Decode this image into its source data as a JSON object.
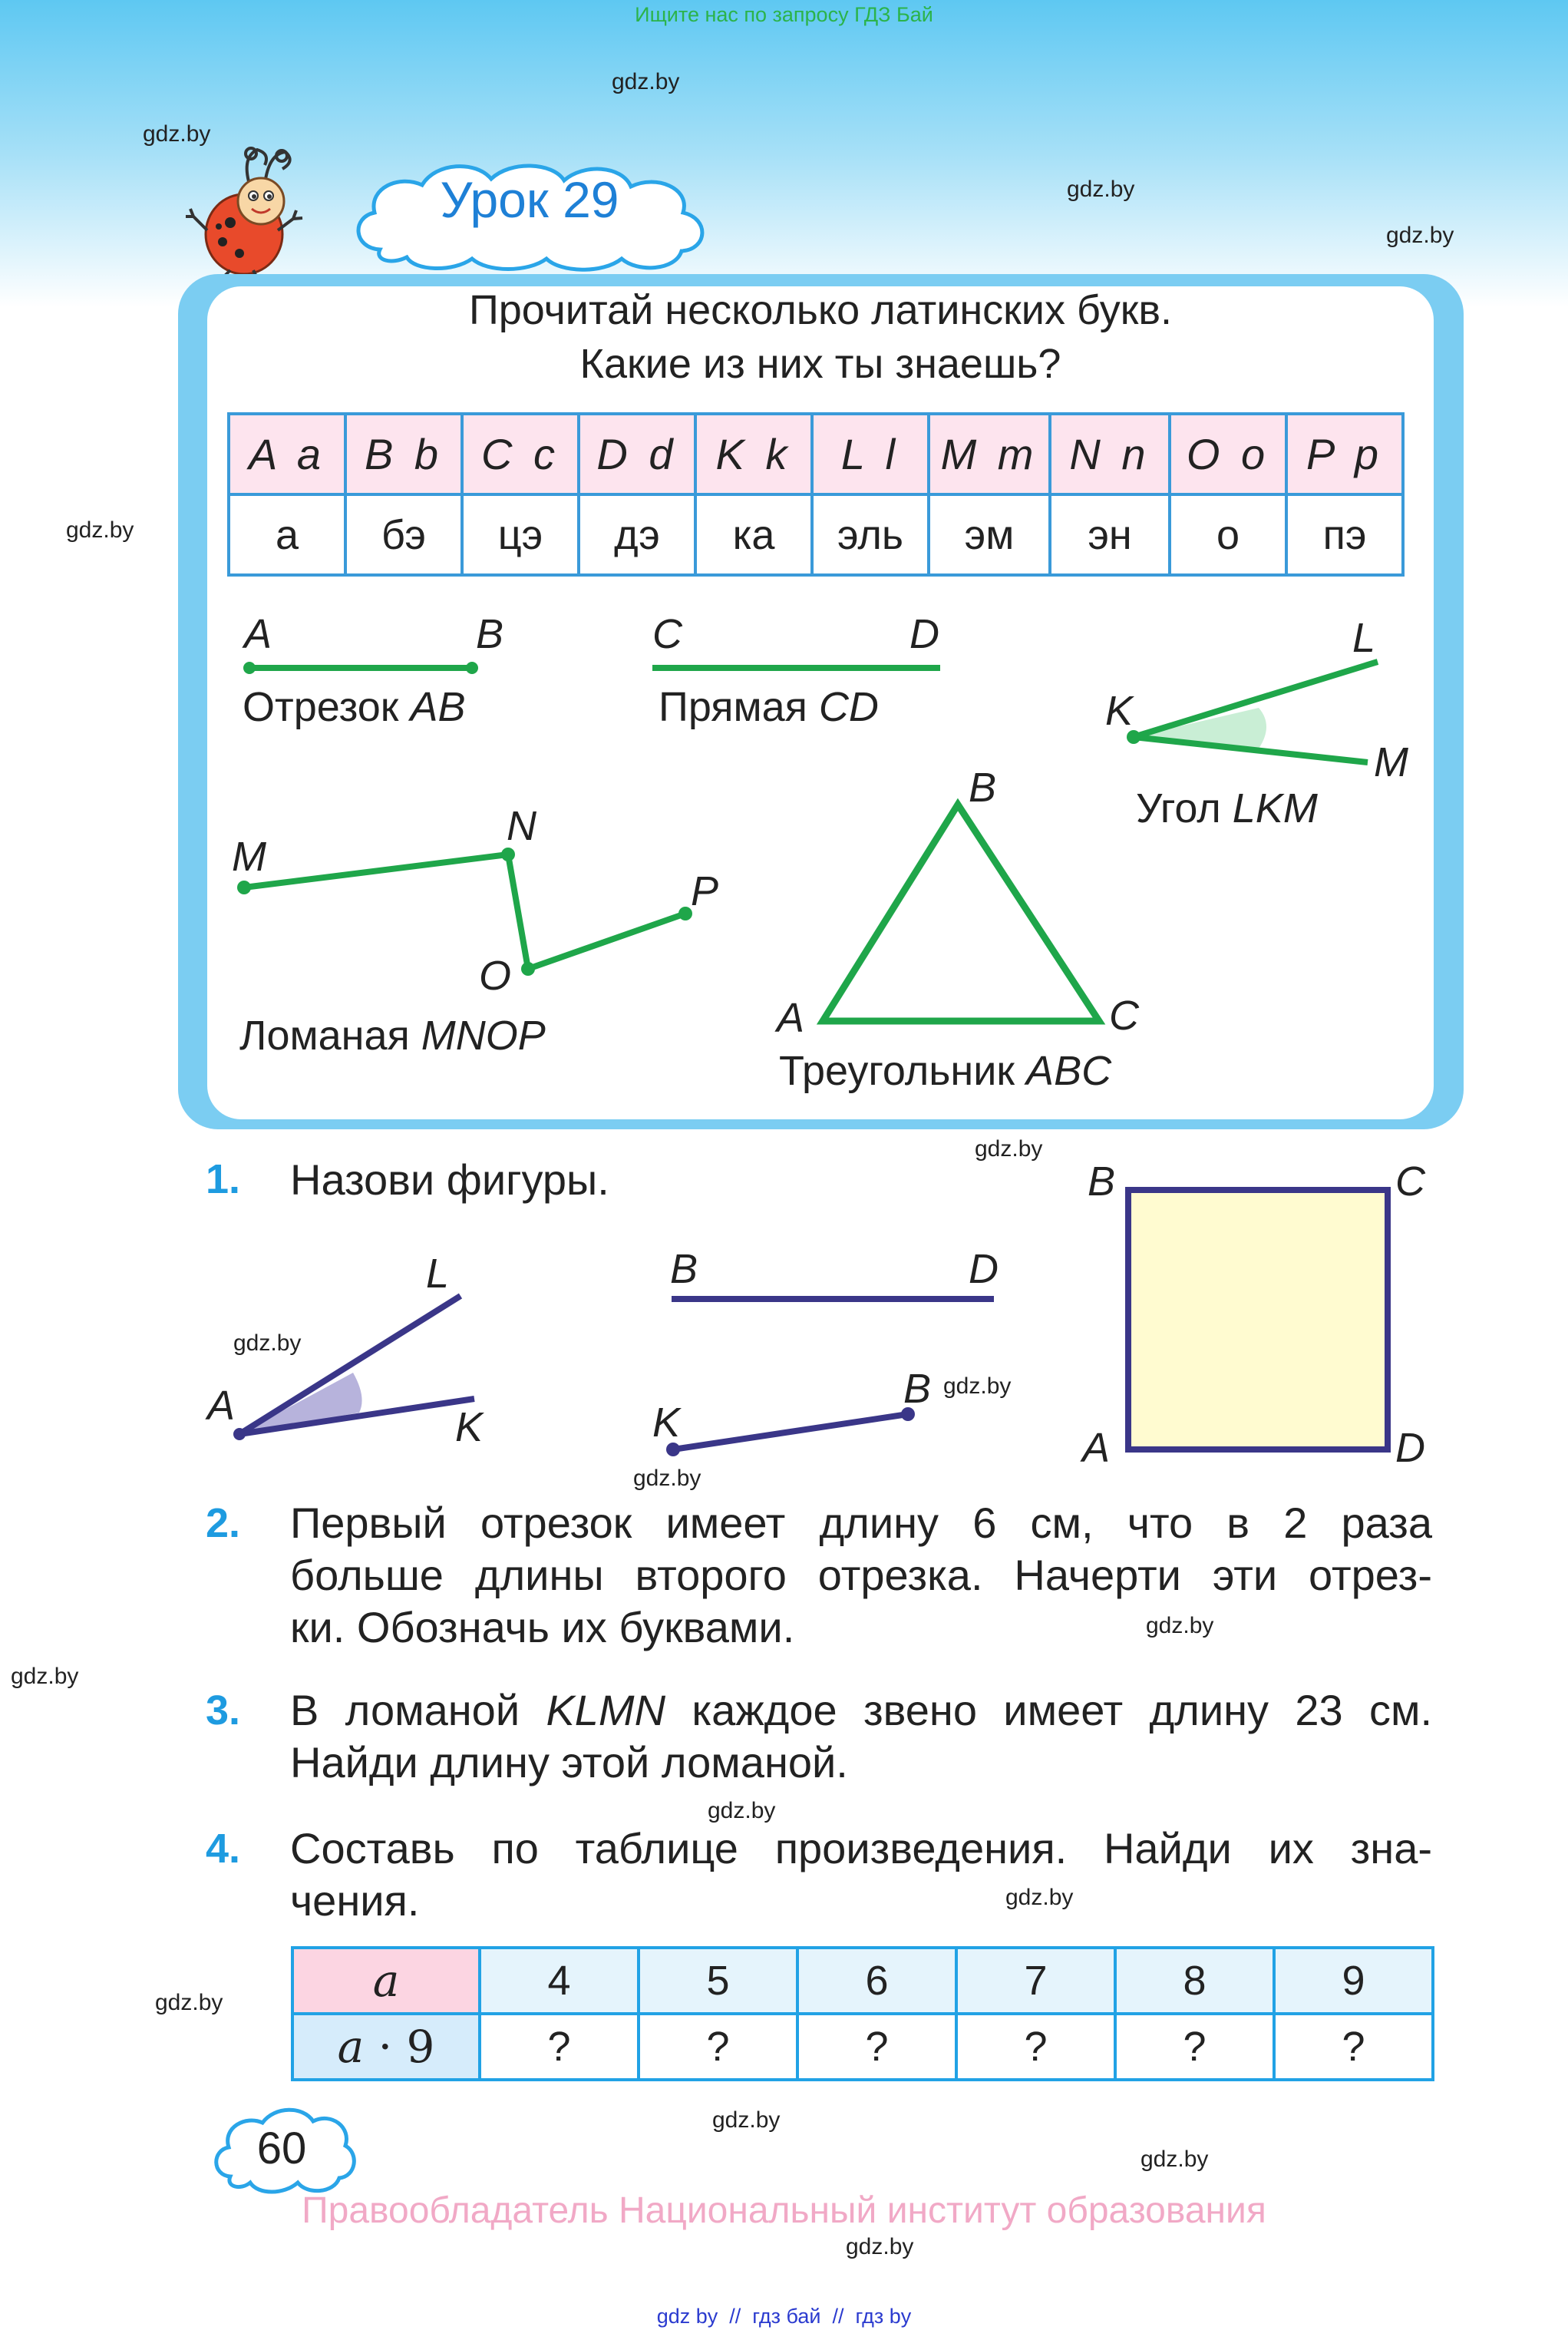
{
  "header_note": "Ищите нас по запросу ГДЗ Бай",
  "watermark": "gdz.by",
  "lesson_title": "Урок 29",
  "intro": {
    "line1": "Прочитай несколько латинских букв.",
    "line2": "Какие из них ты знаешь?"
  },
  "alphabet": [
    {
      "letter": "A a",
      "name": "а"
    },
    {
      "letter": "B b",
      "name": "бэ"
    },
    {
      "letter": "C c",
      "name": "цэ"
    },
    {
      "letter": "D d",
      "name": "дэ"
    },
    {
      "letter": "K k",
      "name": "ка"
    },
    {
      "letter": "L l",
      "name": "эль"
    },
    {
      "letter": "M m",
      "name": "эм"
    },
    {
      "letter": "N n",
      "name": "эн"
    },
    {
      "letter": "O o",
      "name": "о"
    },
    {
      "letter": "P p",
      "name": "пэ"
    }
  ],
  "figures": {
    "segment": {
      "p1": "A",
      "p2": "B",
      "caption": "Отрезок",
      "name": "AB"
    },
    "line": {
      "p1": "C",
      "p2": "D",
      "caption": "Прямая",
      "name": "CD"
    },
    "angle": {
      "vertex": "K",
      "p1": "L",
      "p2": "M",
      "caption": "Угол",
      "name": "LKM"
    },
    "polyline": {
      "p1": "M",
      "p2": "N",
      "p3": "O",
      "p4": "P",
      "caption": "Ломаная",
      "name": "MNOP"
    },
    "triangle": {
      "p1": "A",
      "p2": "B",
      "p3": "C",
      "caption": "Треугольник",
      "name": "ABC"
    }
  },
  "tasks": [
    {
      "num": "1.",
      "text": "Назови фигуры."
    },
    {
      "num": "2.",
      "line1": "Первый отрезок имеет длину 6 см, что в 2 раза",
      "line2": "больше длины второго отрезка. Начерти эти отрез-",
      "line3": "ки. Обозначь их буквами."
    },
    {
      "num": "3.",
      "line1_pre": "В ломаной ",
      "line1_name": "KLMN",
      "line1_post": " каждое звено имеет длину 23 см.",
      "line2": "Найди длину этой ломаной."
    },
    {
      "num": "4.",
      "line1": "Составь по таблице произведения. Найди их зна-",
      "line2": "чения."
    }
  ],
  "task1_figures": {
    "angle": {
      "vertex": "A",
      "p1": "L",
      "p2": "K"
    },
    "line": {
      "p1": "B",
      "p2": "D"
    },
    "segment": {
      "p1": "K",
      "p2": "B"
    },
    "square": {
      "tl": "B",
      "tr": "C",
      "bl": "A",
      "br": "D"
    }
  },
  "mult_table": {
    "row1_header": "a",
    "row2_header_var": "a",
    "row2_header_rest": " · 9",
    "values": [
      "4",
      "5",
      "6",
      "7",
      "8",
      "9"
    ],
    "results": [
      "?",
      "?",
      "?",
      "?",
      "?",
      "?"
    ]
  },
  "page_number": "60",
  "copyright": "Правообладатель Национальный институт образования",
  "bottom_links": "gdz by  //  гдз бай  //  гдз by",
  "colors": {
    "figure_green": "#1fa64a",
    "figure_navy": "#3a3688",
    "accent_blue": "#1e9be0",
    "square_fill": "#fffbd0"
  }
}
